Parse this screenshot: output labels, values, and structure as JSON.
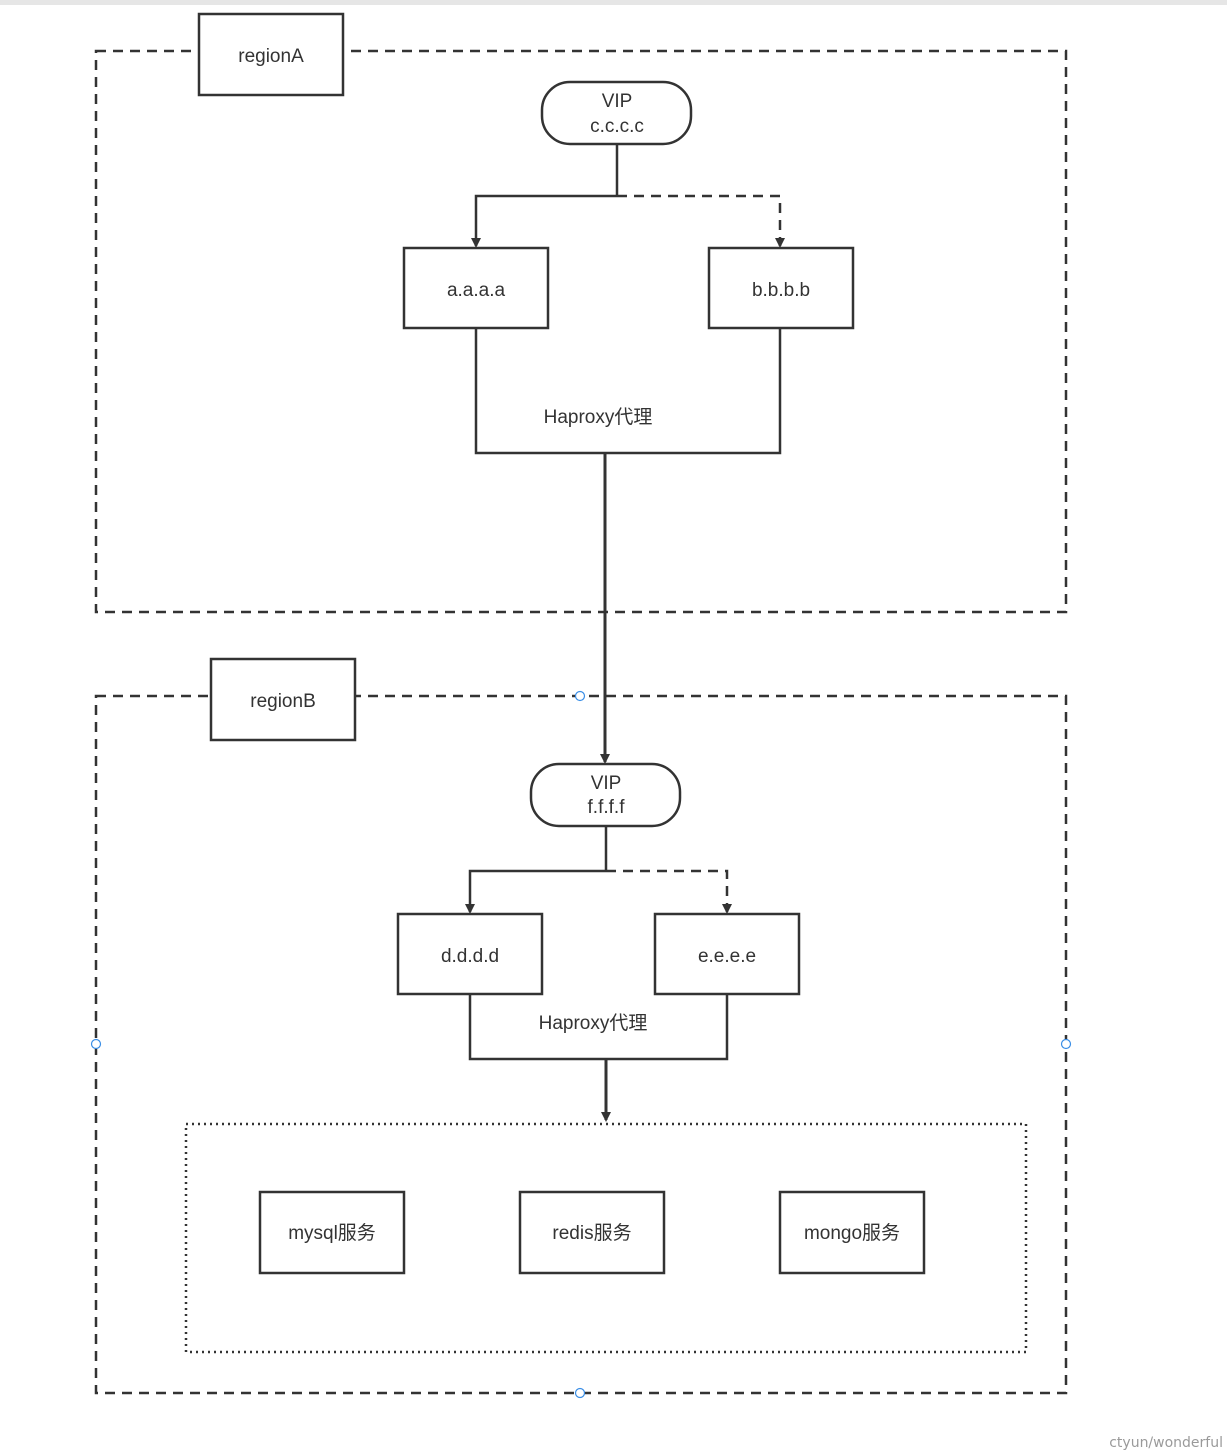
{
  "regions": [
    {
      "id": "regionA",
      "label": "regionA"
    },
    {
      "id": "regionB",
      "label": "regionB"
    }
  ],
  "vips": [
    {
      "line1": "VIP",
      "line2": "c.c.c.c"
    },
    {
      "line1": "VIP",
      "line2": "f.f.f.f"
    }
  ],
  "nodes": {
    "a": "a.a.a.a",
    "b": "b.b.b.b",
    "d": "d.d.d.d",
    "e": "e.e.e.e"
  },
  "haproxy_labels": [
    "Haproxy代理",
    "Haproxy代理"
  ],
  "services": [
    "mysql服务",
    "redis服务",
    "mongo服务"
  ],
  "watermark": "ctyun/wonderful",
  "colors": {
    "stroke": "#333333",
    "handle": "#3a8ee6",
    "background": "#ffffff"
  }
}
